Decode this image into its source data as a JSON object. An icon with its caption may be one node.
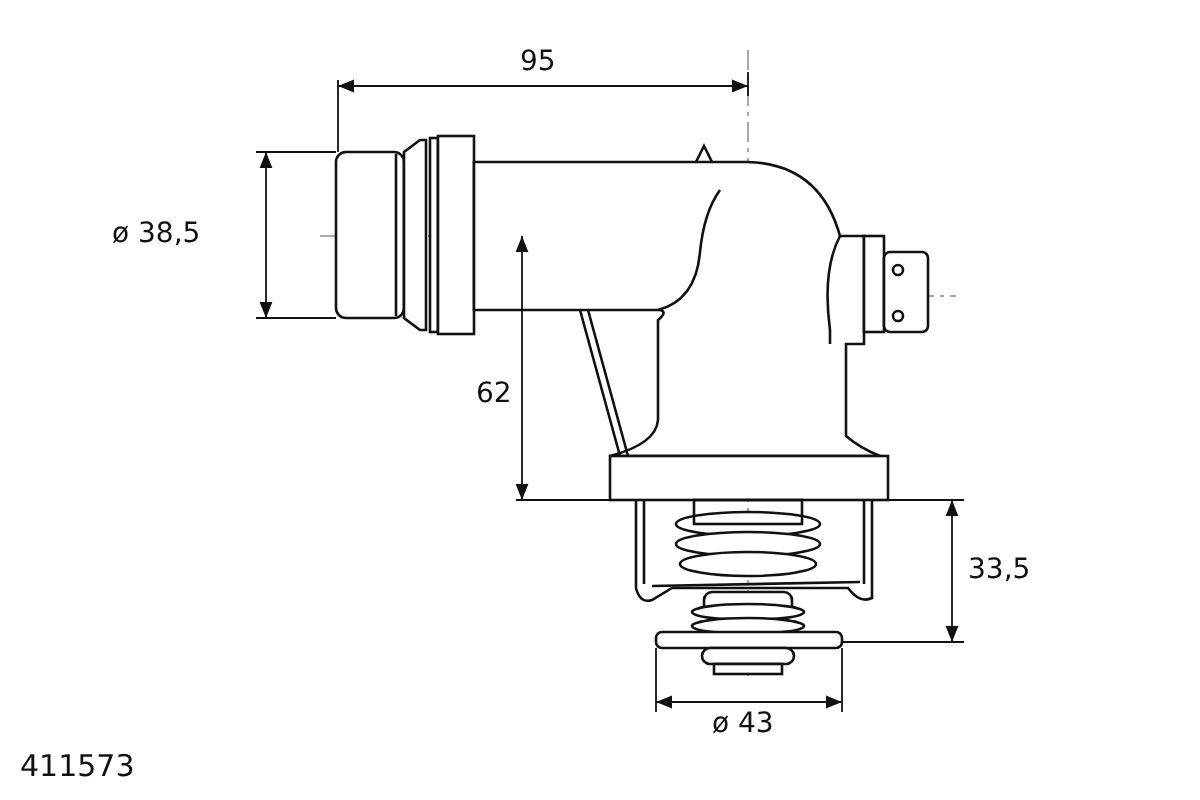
{
  "diagram": {
    "labels": [
      "95",
      "ø 38,5",
      "62",
      "33,5",
      "ø 43",
      "411573"
    ]
  }
}
